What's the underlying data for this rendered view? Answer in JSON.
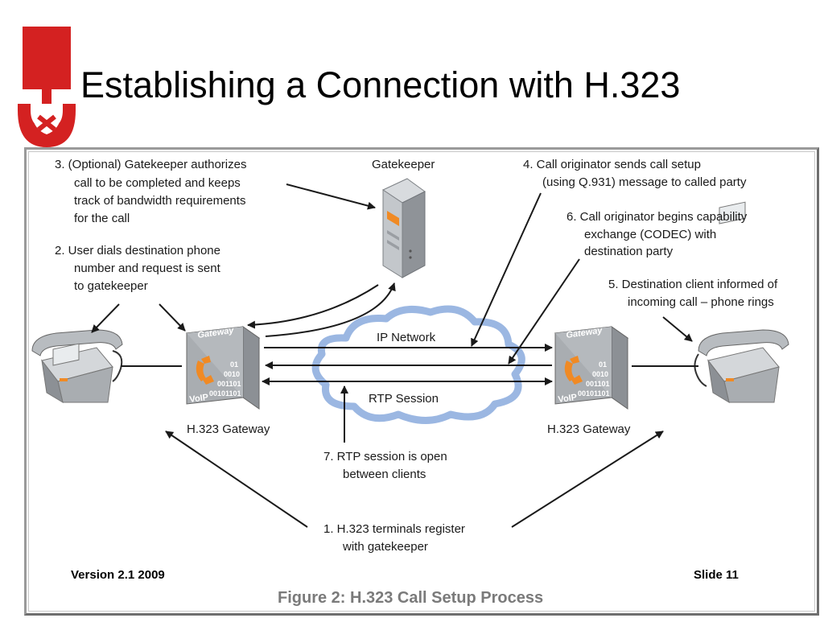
{
  "slide": {
    "title": "Establishing a Connection with H.323",
    "footer_left": "Version 2.1 2009",
    "footer_right": "Slide 11",
    "caption": "Figure 2: H.323 Call Setup Process"
  },
  "diagram": {
    "gatekeeper_label": "Gatekeeper",
    "ip_network_label": "IP Network",
    "rtp_session_label": "RTP Session",
    "gateway_left_label": "H.323 Gateway",
    "gateway_right_label": "H.323 Gateway",
    "gateway_badge": "Gateway",
    "voip_badge": "VoIP",
    "binary_lines": [
      "01",
      "0010",
      "001101",
      "00101101"
    ],
    "step3": [
      "3. (Optional) Gatekeeper authorizes",
      "call to be completed and keeps",
      "track of bandwidth requirements",
      "for the call"
    ],
    "step2": [
      "2. User dials destination phone",
      "number and request is sent",
      "to gatekeeper"
    ],
    "step4": [
      "4. Call originator sends call setup",
      "(using Q.931) message to called party"
    ],
    "step6": [
      "6. Call originator begins capability",
      "exchange (CODEC) with",
      "destination party"
    ],
    "step5": [
      "5. Destination client informed of",
      "incoming call – phone rings"
    ],
    "step7": [
      "7. RTP session is open",
      "between clients"
    ],
    "step1": [
      "1. H.323 terminals register",
      "with gatekeeper"
    ]
  },
  "colors": {
    "logo_red": "#d42121",
    "cloud_fill": "#ffffff",
    "cloud_stroke": "#9bb7e2",
    "phone_body": "#b8bcc0",
    "handset_orange": "#f08a24",
    "gateway_box": "#a9adb1",
    "caption_gray": "#7a7a7a"
  }
}
